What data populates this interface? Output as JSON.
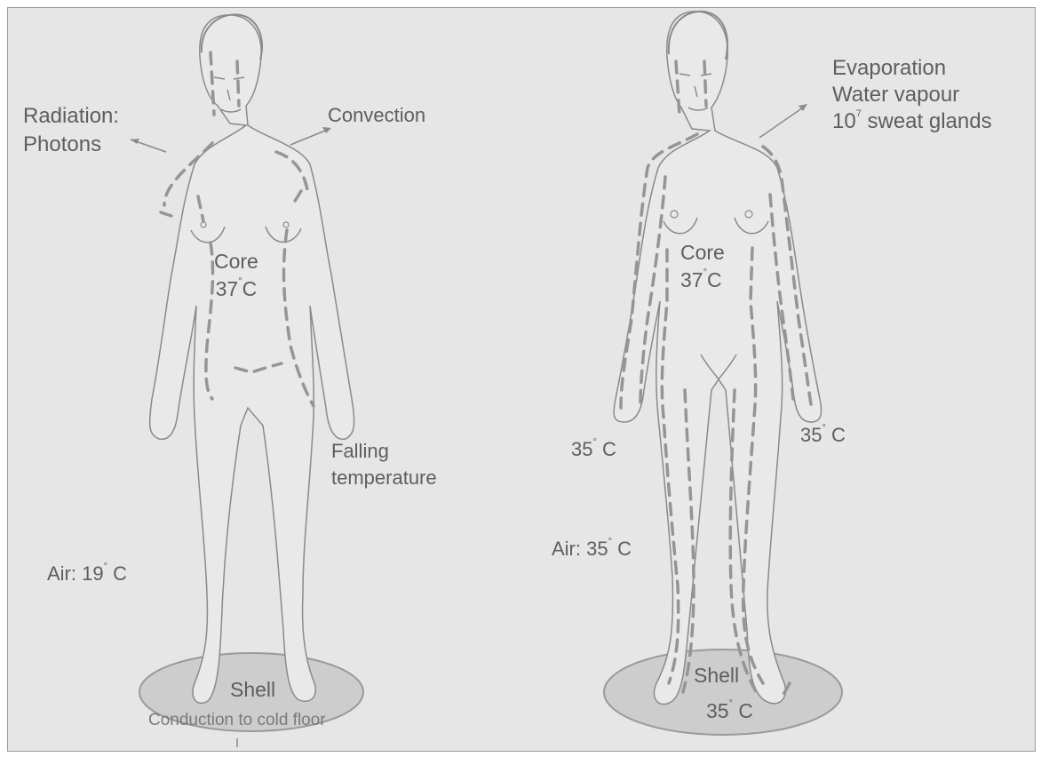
{
  "left_figure": {
    "radiation_line1": "Radiation:",
    "radiation_line2": "Photons",
    "convection": "Convection",
    "core_label": "Core",
    "core_temp_value": "37",
    "core_temp_unit": "C",
    "falling_line1": "Falling",
    "falling_line2": "temperature",
    "air_label": "Air: 19",
    "air_unit": "C",
    "shell_label": "Shell",
    "floor_label": "Conduction to cold floor"
  },
  "right_figure": {
    "evaporation_line1": "Evaporation",
    "evaporation_line2": "Water vapour",
    "sweat_prefix": "10",
    "sweat_exponent": "7",
    "sweat_suffix": " sweat glands",
    "core_label": "Core",
    "core_temp_value": "37",
    "core_temp_unit": "C",
    "hand_left_temp": "35",
    "hand_left_unit": "C",
    "hand_right_temp": "35",
    "hand_right_unit": "C",
    "air_label": "Air: 35",
    "air_unit": "C",
    "shell_label": "Shell",
    "shell_temp": "35",
    "shell_unit": "C"
  },
  "degree_symbol": "°",
  "colors": {
    "background": "#e6e6e6",
    "figure_fill": "#e9e9e9",
    "outline": "#8a8a8a",
    "dashed_boundary": "#959595",
    "floor_disc": "#cdcdcd",
    "text": "#5e5e5e"
  }
}
